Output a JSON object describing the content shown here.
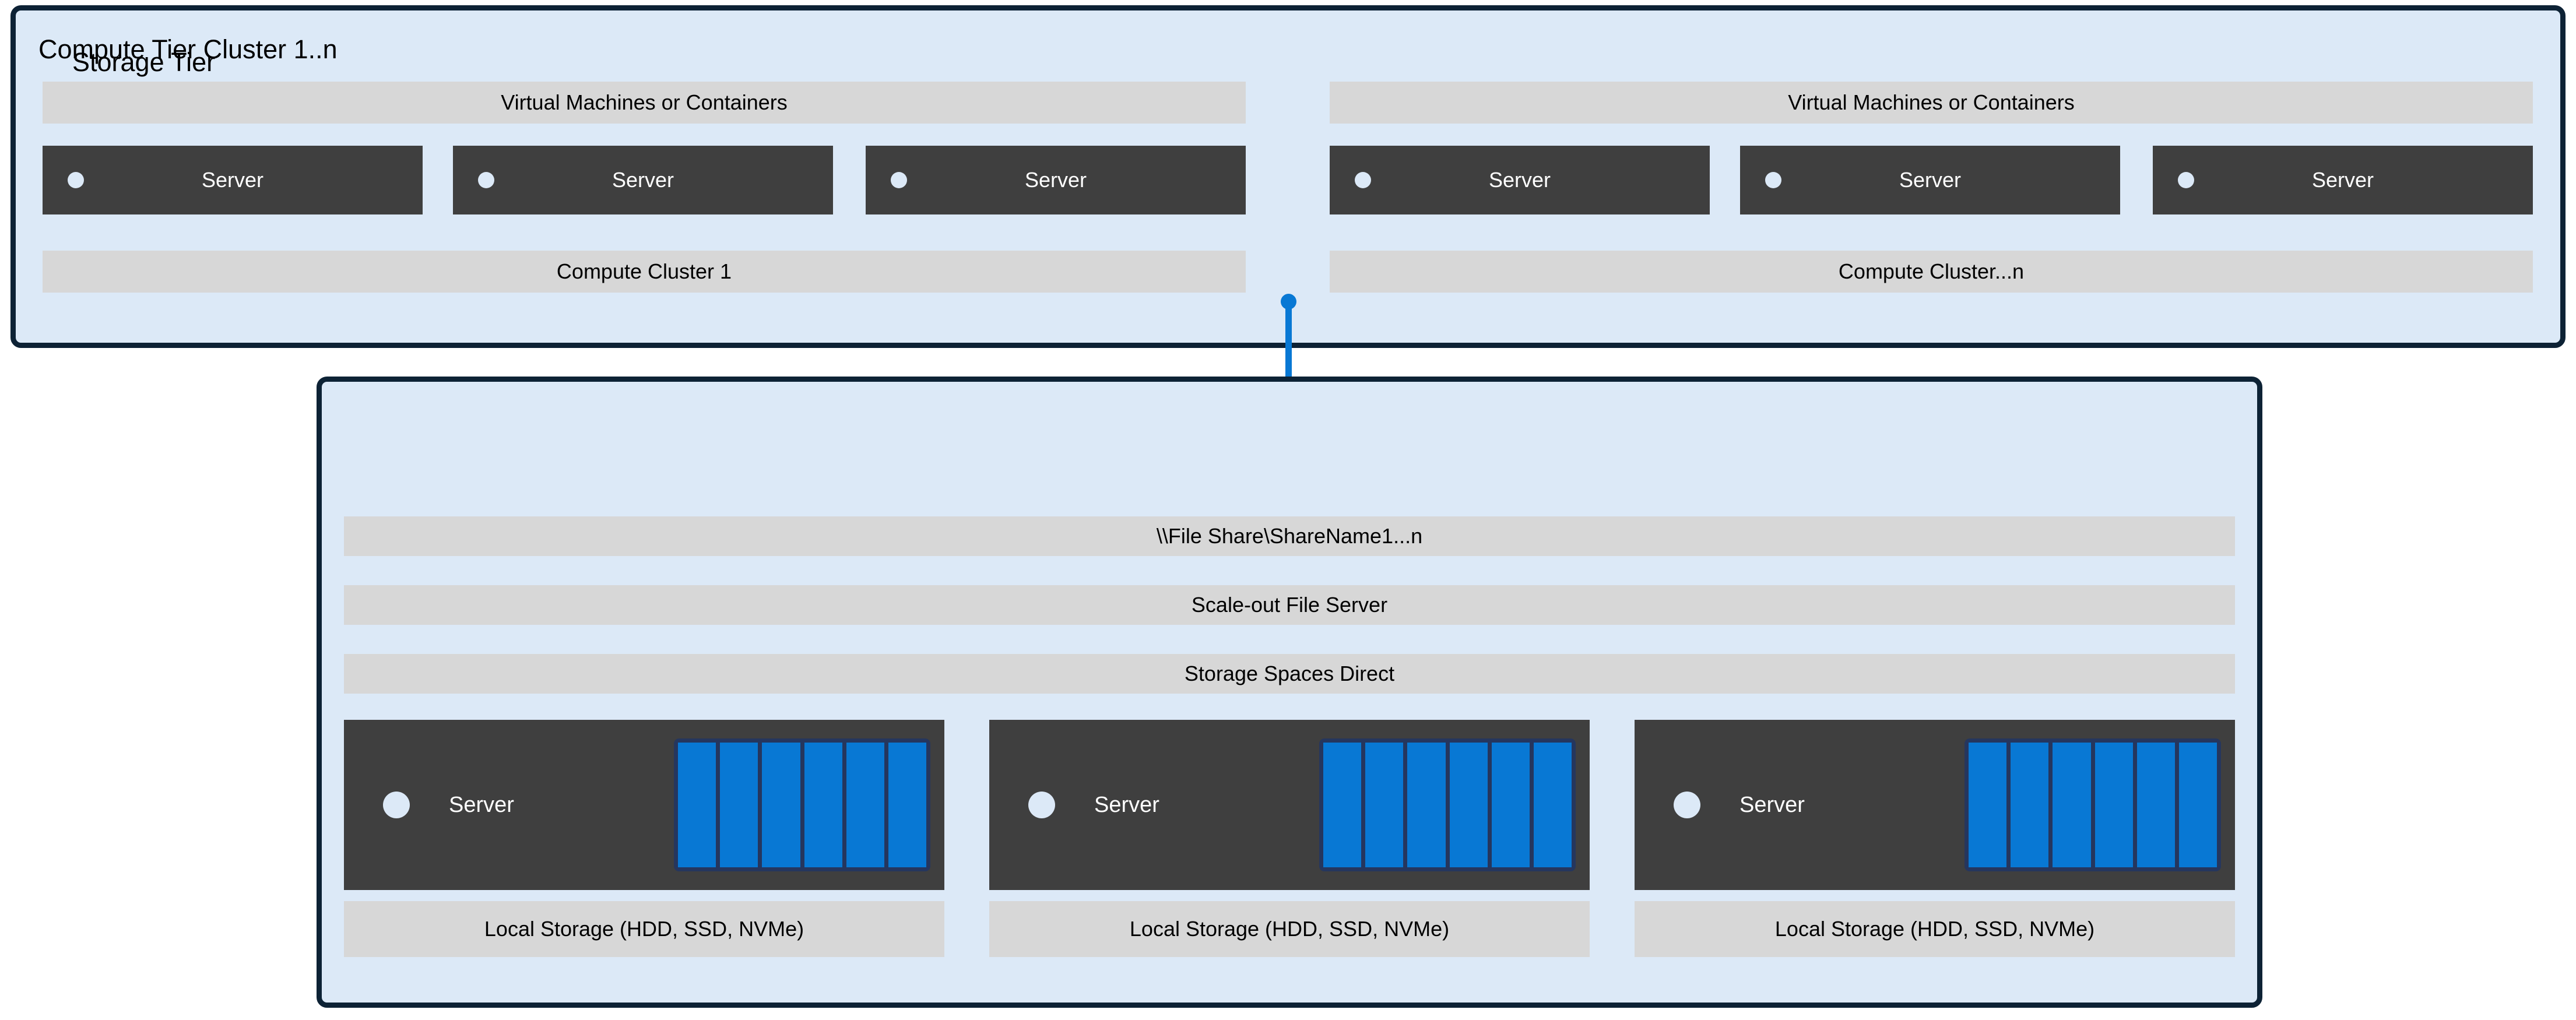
{
  "colors": {
    "panel_fill": "#dce9f7",
    "panel_border": "#0d2235",
    "gray_bar": "#d7d7d7",
    "server_dark": "#3f3f3f",
    "accent_blue": "#0878d4",
    "disk_frame": "#25365e",
    "led": "#dce9f7",
    "text_light": "#ffffff",
    "text_dark": "#000000"
  },
  "compute_tier": {
    "title": "Compute Tier Cluster 1..n",
    "clusters": [
      {
        "header": "Virtual Machines or Containers",
        "footer": "Compute Cluster 1",
        "servers": [
          {
            "label": "Server",
            "led": "status-led"
          },
          {
            "label": "Server",
            "led": "status-led"
          },
          {
            "label": "Server",
            "led": "status-led"
          }
        ]
      },
      {
        "header": "Virtual Machines or Containers",
        "footer": "Compute Cluster...n",
        "servers": [
          {
            "label": "Server",
            "led": "status-led"
          },
          {
            "label": "Server",
            "led": "status-led"
          },
          {
            "label": "Server",
            "led": "status-led"
          }
        ]
      }
    ]
  },
  "connector": {
    "icon": "folder-icon",
    "endpoint_top": "connector-dot",
    "endpoint_bottom": "connector-dot"
  },
  "storage_tier": {
    "title": "Storage Tier",
    "stack_bars": [
      "\\\\File Share\\ShareName1...n",
      "Scale-out File Server",
      "Storage Spaces Direct"
    ],
    "nodes": [
      {
        "server_label": "Server",
        "storage_label": "Local Storage (HDD, SSD, NVMe)",
        "disk_count": 6
      },
      {
        "server_label": "Server",
        "storage_label": "Local Storage (HDD, SSD, NVMe)",
        "disk_count": 6
      },
      {
        "server_label": "Server",
        "storage_label": "Local Storage (HDD, SSD, NVMe)",
        "disk_count": 6
      }
    ]
  }
}
